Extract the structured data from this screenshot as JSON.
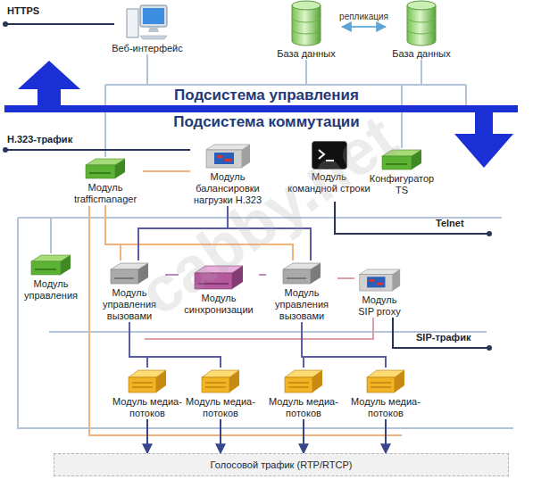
{
  "diagram": {
    "nodes": [
      {
        "text": [
          "Веб-интерфейс"
        ]
      },
      {
        "text": [
          "База данных"
        ]
      },
      {
        "text": [
          "База данных"
        ]
      },
      {
        "text": [
          "Модуль trafficmanager"
        ]
      },
      {
        "text": [
          "Модуль балансировки нагрузки H.323"
        ]
      },
      {
        "text": [
          "Модуль командной строки"
        ]
      },
      {
        "text": [
          "Конфигуратор TS"
        ]
      },
      {
        "text": [
          "Модуль управления"
        ]
      },
      {
        "text": [
          "Модуль управления вызовами"
        ]
      },
      {
        "text": [
          "Модуль синхронизации"
        ]
      },
      {
        "text": [
          "Модуль управления вызовами"
        ]
      },
      {
        "text": [
          "Модуль SIP proxy"
        ]
      },
      {
        "text": [
          "Модуль медиа-потоков"
        ]
      },
      {
        "text": [
          "Модуль медиа-потоков"
        ]
      },
      {
        "text": [
          "Модуль медиа-потоков"
        ]
      },
      {
        "text": [
          "Модуль медиа-потоков"
        ]
      },
      {
        "text": [
          "Голосовой трафик (RTP/RTCP)"
        ]
      }
    ],
    "edges": [
      {
        "from": 1,
        "to": 2,
        "label": "репликация",
        "arrow": "both"
      },
      {
        "from": 3,
        "to": 4,
        "arrow": "none"
      },
      {
        "from": 3,
        "to": 8,
        "arrow": "none"
      },
      {
        "from": 3,
        "to": 10,
        "arrow": "none"
      },
      {
        "from": 4,
        "to": 8,
        "arrow": "none"
      },
      {
        "from": 4,
        "to": 10,
        "arrow": "none"
      },
      {
        "from": 8,
        "to": 9,
        "arrow": "none"
      },
      {
        "from": 9,
        "to": 10,
        "arrow": "none"
      },
      {
        "from": 10,
        "to": 11,
        "arrow": "none"
      },
      {
        "from": 8,
        "to": 12,
        "arrow": "none"
      },
      {
        "from": 8,
        "to": 13,
        "arrow": "none"
      },
      {
        "from": 10,
        "to": 14,
        "arrow": "none"
      },
      {
        "from": 10,
        "to": 15,
        "arrow": "none"
      },
      {
        "from": 12,
        "to": 16,
        "arrow": "to"
      },
      {
        "from": 13,
        "to": 16,
        "arrow": "to"
      },
      {
        "from": 14,
        "to": 16,
        "arrow": "to"
      },
      {
        "from": 15,
        "to": 16,
        "arrow": "to"
      }
    ],
    "labels": [
      "HTTPS",
      "Подсистема управления",
      "Подсистема коммутации",
      "H.323-трафик",
      "Telnet",
      "SIP-трафик",
      "cabby.net"
    ]
  }
}
